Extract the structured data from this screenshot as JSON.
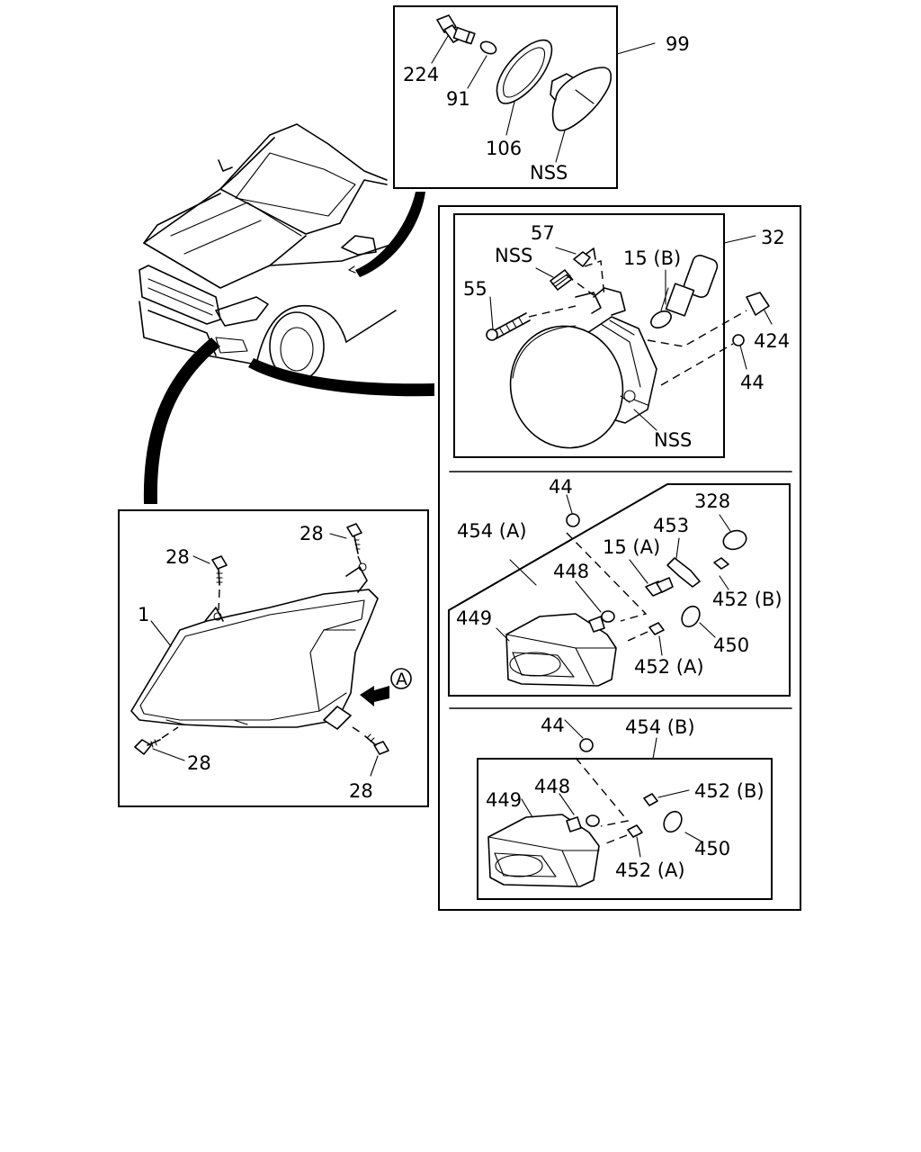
{
  "callouts": {
    "c99": "99",
    "c224": "224",
    "c91": "91",
    "c106": "106",
    "nss_top": "NSS",
    "c32": "32",
    "c57": "57",
    "nss_bolt": "NSS",
    "c15b": "15 (B)",
    "c55": "55",
    "c424": "424",
    "c44_fog": "44",
    "nss_foglamp": "NSS",
    "c44_a": "44",
    "c454a": "454 (A)",
    "c328": "328",
    "c453": "453",
    "c15a": "15 (A)",
    "c448_a": "448",
    "c452b_a": "452 (B)",
    "c449_a": "449",
    "c450_a": "450",
    "c452a_a": "452 (A)",
    "c44_b": "44",
    "c454b": "454 (B)",
    "c449_b": "449",
    "c448_b": "448",
    "c452b_b": "452 (B)",
    "c450_b": "450",
    "c452a_b": "452 (A)",
    "c28_top": "28",
    "c28_left": "28",
    "c1": "1",
    "c28_bl": "28",
    "c28_br": "28",
    "view_a": "A"
  }
}
